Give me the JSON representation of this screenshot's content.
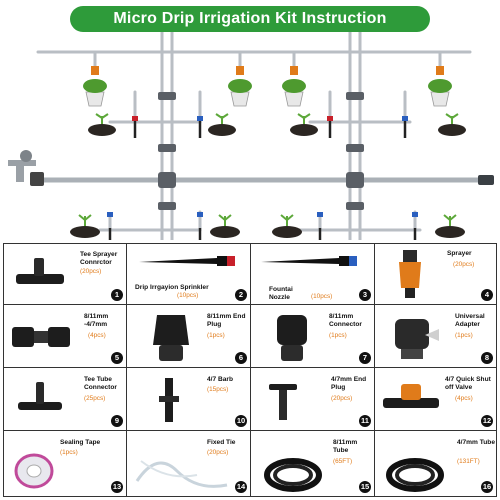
{
  "title": "Micro Drip Irrigation Kit Instruction",
  "colors": {
    "banner": "#2e9b3a",
    "quantity": "#e07b1a",
    "sprayer": "#e07b1a",
    "nozzle_red": "#c8202a",
    "nozzle_blue": "#2a5fbf"
  },
  "parts": [
    {
      "name": "Tee Sprayer Connrctor",
      "qty": "(20pcs)",
      "num": "1",
      "icon": "tee-connector-icon"
    },
    {
      "name": "Drip Irrgayion Sprinkler",
      "qty": "(10pcs)",
      "num": "2",
      "icon": "red-drip-stake-icon"
    },
    {
      "name": "Fountai Nozzle",
      "qty": "(10pcs)",
      "num": "3",
      "icon": "blue-nozzle-stake-icon"
    },
    {
      "name": "Sprayer",
      "qty": "(20pcs)",
      "num": "4",
      "icon": "orange-sprayer-icon"
    },
    {
      "name": "8/11mm -4/7mm",
      "qty": "(4pcs)",
      "num": "5",
      "icon": "reducer-connector-icon"
    },
    {
      "name": "8/11mm End Plug",
      "qty": "(1pcs)",
      "num": "6",
      "icon": "end-plug-icon"
    },
    {
      "name": "8/11mm Connector",
      "qty": "(1pcs)",
      "num": "7",
      "icon": "hose-connector-icon"
    },
    {
      "name": "Universal Adapter",
      "qty": "(1pcs)",
      "num": "8",
      "icon": "faucet-adapter-icon"
    },
    {
      "name": "Tee Tube Connector",
      "qty": "(25pcs)",
      "num": "9",
      "icon": "tee-tube-connector-icon"
    },
    {
      "name": "4/7 Barb",
      "qty": "(15pcs)",
      "num": "10",
      "icon": "barb-icon"
    },
    {
      "name": "4/7mm End Plug",
      "qty": "(20pcs)",
      "num": "11",
      "icon": "small-end-plug-icon"
    },
    {
      "name": "4/7 Quick Shut off Valve",
      "qty": "(4pcs)",
      "num": "12",
      "icon": "shutoff-valve-icon"
    },
    {
      "name": "Sealing Tape",
      "qty": "(1pcs)",
      "num": "13",
      "icon": "sealing-tape-icon"
    },
    {
      "name": "Fixed Tie",
      "qty": "(20pcs)",
      "num": "14",
      "icon": "cable-tie-icon"
    },
    {
      "name": "8/11mm Tube",
      "qty": "(65FT)",
      "num": "15",
      "icon": "tube-coil-icon"
    },
    {
      "name": "4/7mm Tube",
      "qty": "(131FT)",
      "num": "16",
      "icon": "tube-coil-icon"
    }
  ]
}
